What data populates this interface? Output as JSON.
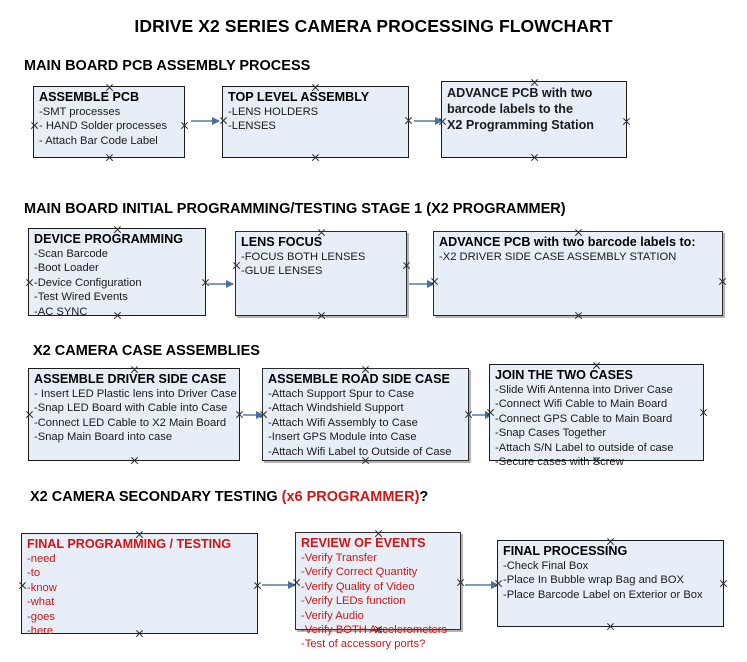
{
  "title": "IDRIVE X2  SERIES CAMERA PROCESSING FLOWCHART",
  "sections": [
    {
      "id": "s1",
      "heading": "MAIN BOARD PCB ASSEMBLY PROCESS",
      "heading_red": ""
    },
    {
      "id": "s2",
      "heading": "MAIN BOARD INITIAL PROGRAMMING/TESTING STAGE 1 (X2 PROGRAMMER)",
      "heading_red": ""
    },
    {
      "id": "s3",
      "heading": "X2 CAMERA CASE ASSEMBLIES",
      "heading_red": ""
    },
    {
      "id": "s4",
      "heading": "X2 CAMERA SECONDARY TESTING ",
      "heading_red": "(x6 PROGRAMMER)",
      "heading_tail": "?"
    }
  ],
  "nodes": {
    "assemble_pcb": {
      "title": "ASSEMBLE PCB",
      "lines": [
        " -SMT processes",
        "- HAND Solder processes",
        "- Attach Bar Code Label"
      ]
    },
    "top_level_assembly": {
      "title": "TOP LEVEL ASSEMBLY",
      "lines": [
        "-LENS HOLDERS",
        "-LENSES"
      ]
    },
    "advance_pcb_1": {
      "line1": "ADVANCE PCB with two",
      "line2": "barcode labels to the",
      "line3": " X2 Programming Station"
    },
    "device_programming": {
      "title": "DEVICE PROGRAMMING",
      "lines": [
        "-Scan Barcode",
        "-Boot Loader",
        "-Device Configuration",
        "-Test Wired Events",
        "-AC SYNC"
      ]
    },
    "lens_focus": {
      "title": "LENS FOCUS",
      "lines": [
        "-FOCUS BOTH LENSES",
        "-GLUE LENSES"
      ]
    },
    "advance_pcb_2": {
      "title": "ADVANCE PCB with two barcode labels to:",
      "lines": [
        "-X2 DRIVER  SIDE  CASE  ASSEMBLY STATION"
      ]
    },
    "driver_side_case": {
      "title": "ASSEMBLE DRIVER SIDE CASE",
      "lines": [
        "- Insert LED Plastic lens into Driver Case",
        "-Snap LED Board with Cable into Case",
        "-Connect LED Cable to X2 Main Board",
        "-Snap Main Board into case"
      ]
    },
    "road_side_case": {
      "title": "ASSEMBLE ROAD SIDE CASE",
      "lines": [
        "-Attach Support Spur to Case",
        "-Attach Windshield Support",
        "-Attach Wifi Assembly to Case",
        "-Insert GPS Module into Case",
        "-Attach Wifi Label to Outside of Case"
      ]
    },
    "join_two_cases": {
      "title": "JOIN THE TWO CASES",
      "lines": [
        "-Slide Wifi Antenna into Driver Case",
        "-Connect Wifi Cable to Main Board",
        "-Connect GPS Cable to Main Board",
        "-Snap Cases Together",
        "-Attach S/N Label to outside of case",
        "-Secure cases with Screw"
      ]
    },
    "final_programming": {
      "title": "FINAL PROGRAMMING / TESTING",
      "lines": [
        "-need",
        "-to",
        "-know",
        "-what",
        "-goes",
        "-here"
      ]
    },
    "review_of_events": {
      "title": "REVIEW OF EVENTS",
      "lines": [
        "-Verify Transfer",
        "-Verify Correct Quantity",
        "-Verify Quality of Video",
        "-Verify LEDs function",
        "-Verify Audio",
        "-Verify BOTH Accelerometers",
        "-Test of accessory ports?"
      ]
    },
    "final_processing": {
      "title": "FINAL PROCESSING",
      "lines": [
        " -Check Final Box",
        "-Place In Bubble wrap Bag and BOX",
        "-Place Barcode Label on Exterior or Box"
      ]
    }
  },
  "colors": {
    "node_fill": "#e8eef7",
    "node_border": "#2b2b2b",
    "connector": "#7f9cc0",
    "accent_red": "#d11414",
    "text": "#000000"
  }
}
